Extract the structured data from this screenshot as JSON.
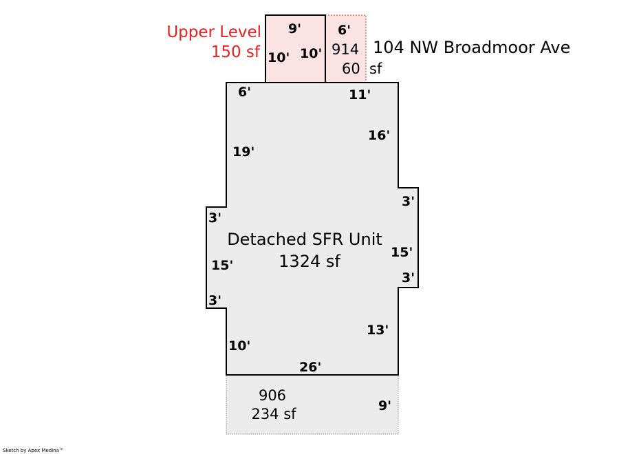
{
  "colors": {
    "main_fill": "#ececec",
    "upper_fill": "#fbe3e3",
    "upper_outline": "#e0282a",
    "upper_text": "#e8221f",
    "outline": "#000000"
  },
  "upper_level": {
    "name": "Upper Level",
    "area": "150 sf"
  },
  "address": "104 NW Broadmoor Ave",
  "main_unit": {
    "name": "Detached SFR Unit",
    "area": "1324 sf"
  },
  "area_914": {
    "code": "914",
    "area_value": "60",
    "area_unit": "sf"
  },
  "area_906": {
    "code": "906",
    "area": "234 sf"
  },
  "dimensions": {
    "upper_top": "9'",
    "upper_left": "10'",
    "upper_right": "10'",
    "a914_top": "6'",
    "main_top_left": "6'",
    "main_top_right": "11'",
    "main_right_upper": "16'",
    "main_left_upper": "19'",
    "bump_right_top": "3'",
    "bump_right_side": "15'",
    "bump_right_bottom": "3'",
    "bump_left_top": "3'",
    "bump_left_side": "15'",
    "bump_left_bottom": "3'",
    "main_right_lower": "13'",
    "main_left_lower": "10'",
    "main_bottom": "26'",
    "a906_right": "9'"
  },
  "credit": "Sketch by Apex Medina™"
}
